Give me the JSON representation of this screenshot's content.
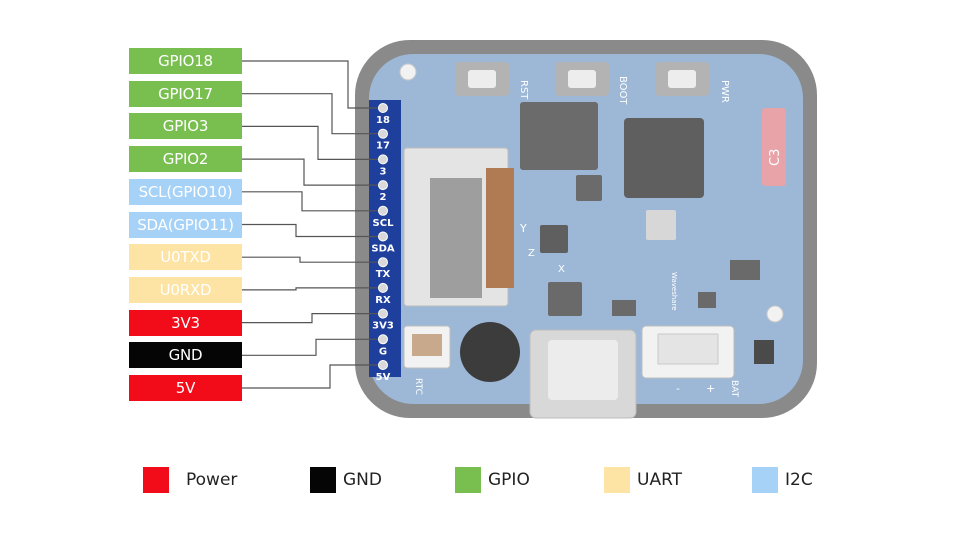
{
  "colors": {
    "power": "#f20c1a",
    "gnd": "#050505",
    "gpio": "#79bf50",
    "uart": "#fde3a4",
    "i2c": "#a5d2f6",
    "board": "#9bb6d3",
    "frame": "#7f7f7f",
    "header": "#1f3f9c"
  },
  "pins": [
    {
      "label": "GPIO18",
      "group": "gpio",
      "header_text": "18"
    },
    {
      "label": "GPIO17",
      "group": "gpio",
      "header_text": "17"
    },
    {
      "label": "GPIO3",
      "group": "gpio",
      "header_text": "3"
    },
    {
      "label": "GPIO2",
      "group": "gpio",
      "header_text": "2"
    },
    {
      "label": "SCL(GPIO10)",
      "group": "i2c",
      "header_text": "SCL"
    },
    {
      "label": "SDA(GPIO11)",
      "group": "i2c",
      "header_text": "SDA"
    },
    {
      "label": "U0TXD",
      "group": "uart",
      "header_text": "TX"
    },
    {
      "label": "U0RXD",
      "group": "uart",
      "header_text": "RX"
    },
    {
      "label": "3V3",
      "group": "power",
      "header_text": "3V3"
    },
    {
      "label": "GND",
      "group": "gnd",
      "header_text": "G"
    },
    {
      "label": "5V",
      "group": "power",
      "header_text": "5V"
    }
  ],
  "board": {
    "buttons": [
      "RST",
      "BOOT",
      "PWR"
    ],
    "connector_labels": [
      "RTC",
      "BAT"
    ],
    "chip_label": "C3",
    "silk": {
      "y_axis": "Y",
      "x_axis": "X",
      "z_axis": "Z",
      "brand": "Waveshare",
      "plus": "+",
      "minus": "-"
    }
  },
  "legend": [
    {
      "label": "Power",
      "group": "power"
    },
    {
      "label": "GND",
      "group": "gnd"
    },
    {
      "label": "GPIO",
      "group": "gpio"
    },
    {
      "label": "UART",
      "group": "uart"
    },
    {
      "label": "I2C",
      "group": "i2c"
    }
  ]
}
